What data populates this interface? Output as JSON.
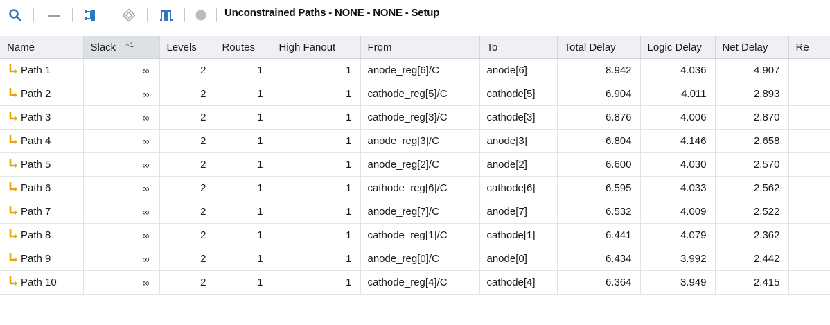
{
  "toolbar": {
    "title": "Unconstrained Paths - NONE - NONE - Setup",
    "icons": [
      "search-icon",
      "collapse-icon",
      "schematic-icon",
      "diamond-icon",
      "waveform-icon",
      "circle-icon"
    ],
    "accent": "#2a78c0"
  },
  "table": {
    "sort": {
      "column": "Slack",
      "direction": "ascending",
      "index": "1"
    },
    "columns": [
      "Name",
      "Slack",
      "Levels",
      "Routes",
      "High Fanout",
      "From",
      "To",
      "Total Delay",
      "Logic Delay",
      "Net Delay",
      "Re"
    ],
    "rows": [
      {
        "name": "Path 1",
        "slack": "∞",
        "levels": "2",
        "routes": "1",
        "fanout": "1",
        "from": "anode_reg[6]/C",
        "to": "anode[6]",
        "total": "8.942",
        "logic": "4.036",
        "net": "4.907"
      },
      {
        "name": "Path 2",
        "slack": "∞",
        "levels": "2",
        "routes": "1",
        "fanout": "1",
        "from": "cathode_reg[5]/C",
        "to": "cathode[5]",
        "total": "6.904",
        "logic": "4.011",
        "net": "2.893"
      },
      {
        "name": "Path 3",
        "slack": "∞",
        "levels": "2",
        "routes": "1",
        "fanout": "1",
        "from": "cathode_reg[3]/C",
        "to": "cathode[3]",
        "total": "6.876",
        "logic": "4.006",
        "net": "2.870"
      },
      {
        "name": "Path 4",
        "slack": "∞",
        "levels": "2",
        "routes": "1",
        "fanout": "1",
        "from": "anode_reg[3]/C",
        "to": "anode[3]",
        "total": "6.804",
        "logic": "4.146",
        "net": "2.658"
      },
      {
        "name": "Path 5",
        "slack": "∞",
        "levels": "2",
        "routes": "1",
        "fanout": "1",
        "from": "anode_reg[2]/C",
        "to": "anode[2]",
        "total": "6.600",
        "logic": "4.030",
        "net": "2.570"
      },
      {
        "name": "Path 6",
        "slack": "∞",
        "levels": "2",
        "routes": "1",
        "fanout": "1",
        "from": "cathode_reg[6]/C",
        "to": "cathode[6]",
        "total": "6.595",
        "logic": "4.033",
        "net": "2.562"
      },
      {
        "name": "Path 7",
        "slack": "∞",
        "levels": "2",
        "routes": "1",
        "fanout": "1",
        "from": "anode_reg[7]/C",
        "to": "anode[7]",
        "total": "6.532",
        "logic": "4.009",
        "net": "2.522"
      },
      {
        "name": "Path 8",
        "slack": "∞",
        "levels": "2",
        "routes": "1",
        "fanout": "1",
        "from": "cathode_reg[1]/C",
        "to": "cathode[1]",
        "total": "6.441",
        "logic": "4.079",
        "net": "2.362"
      },
      {
        "name": "Path 9",
        "slack": "∞",
        "levels": "2",
        "routes": "1",
        "fanout": "1",
        "from": "anode_reg[0]/C",
        "to": "anode[0]",
        "total": "6.434",
        "logic": "3.992",
        "net": "2.442"
      },
      {
        "name": "Path 10",
        "slack": "∞",
        "levels": "2",
        "routes": "1",
        "fanout": "1",
        "from": "cathode_reg[4]/C",
        "to": "cathode[4]",
        "total": "6.364",
        "logic": "3.949",
        "net": "2.415"
      }
    ]
  },
  "colors": {
    "header_bg": "#eef0f3",
    "path_icon": "#e8a400"
  }
}
